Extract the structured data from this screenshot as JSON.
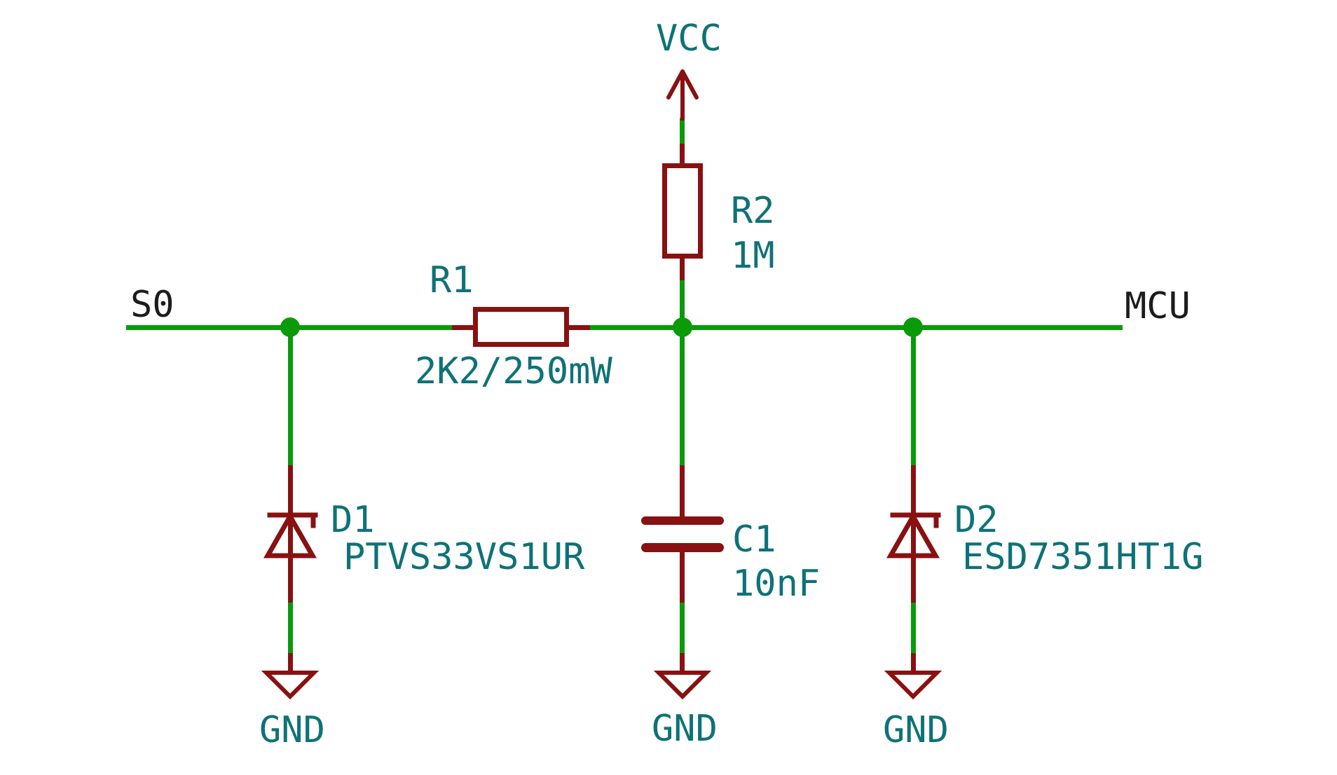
{
  "colors": {
    "wire_green": "#0a9a0a",
    "symbol_red": "#881111",
    "field_teal": "#0e7278",
    "net_label_black": "#1c1c1c",
    "background": "#ffffff"
  },
  "schematic": {
    "net_labels": {
      "s0": "S0",
      "mcu": "MCU"
    },
    "power": {
      "vcc": "VCC",
      "gnd": [
        "GND",
        "GND",
        "GND"
      ]
    },
    "components": {
      "r1": {
        "ref": "R1",
        "value": "2K2/250mW"
      },
      "r2": {
        "ref": "R2",
        "value": "1M"
      },
      "c1": {
        "ref": "C1",
        "value": "10nF"
      },
      "d1": {
        "ref": "D1",
        "value": "PTVS33VS1UR"
      },
      "d2": {
        "ref": "D2",
        "value": "ESD7351HT1G"
      }
    }
  }
}
